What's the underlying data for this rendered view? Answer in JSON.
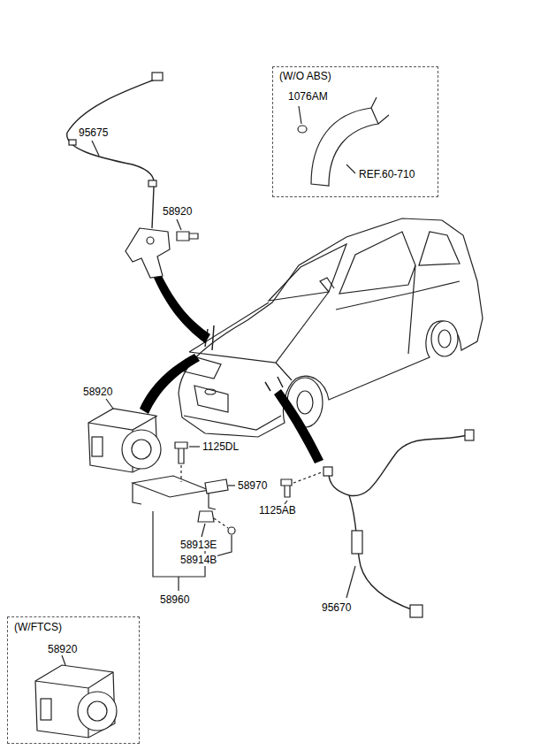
{
  "diagram": {
    "nodes": [
      {
        "text": [
          "(W/O ABS)",
          "1076AM",
          "REF.60-710"
        ]
      },
      {
        "text": [
          "(W/FTCS)",
          "58920"
        ]
      }
    ],
    "labels": [
      "95675",
      "58920",
      "58920",
      "1125DL",
      "58970",
      "1125AB",
      "58913E",
      "58914B",
      "58960",
      "95670"
    ]
  }
}
